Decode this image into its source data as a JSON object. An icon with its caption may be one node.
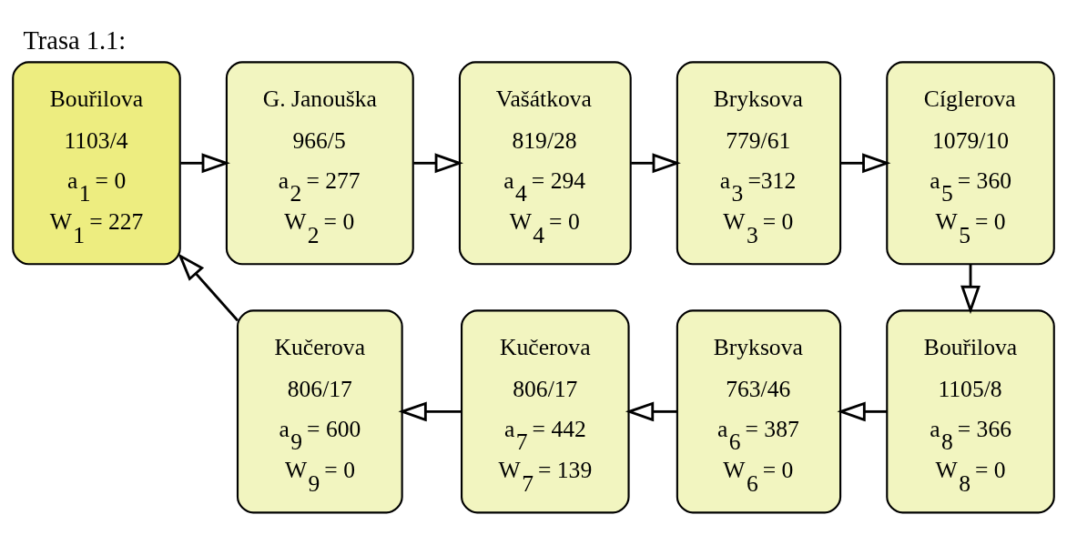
{
  "diagram": {
    "title": "Trasa 1.1:",
    "nodes": [
      {
        "text": [
          "Bouřilova",
          "1103/4",
          "a$_{1}$ = 0",
          "W$_{1}$ = 227"
        ]
      },
      {
        "text": [
          "G. Janouška",
          "966/5",
          "a$_{2}$ = 277",
          "W$_{2}$ = 0"
        ]
      },
      {
        "text": [
          "Vašátkova",
          "819/28",
          "a$_{4}$ = 294",
          "W$_{4}$ = 0"
        ]
      },
      {
        "text": [
          "Bryksova",
          "779/61",
          "a$_{3}$ =312",
          "W$_{3}$ = 0"
        ]
      },
      {
        "text": [
          "Cíglerova",
          "1079/10",
          "a$_{5}$ = 360",
          "W$_{5}$ = 0"
        ]
      },
      {
        "text": [
          "Bouřilova",
          "1105/8",
          "a$_{8}$ = 366",
          "W$_{8}$ = 0"
        ]
      },
      {
        "text": [
          "Bryksova",
          "763/46",
          "a$_{6}$ = 387",
          "W$_{6}$ = 0"
        ]
      },
      {
        "text": [
          "Kučerova",
          "806/17",
          "a$_{7}$ = 442",
          "W$_{7}$ = 139"
        ]
      },
      {
        "text": [
          "Kučerova",
          "806/17",
          "a$_{9}$ = 600",
          "W$_{9}$ = 0"
        ]
      }
    ],
    "edges": [
      {
        "from": 0,
        "to": 1,
        "arrow": "to"
      },
      {
        "from": 1,
        "to": 2,
        "arrow": "to"
      },
      {
        "from": 2,
        "to": 3,
        "arrow": "to"
      },
      {
        "from": 3,
        "to": 4,
        "arrow": "to"
      },
      {
        "from": 4,
        "to": 5,
        "arrow": "to"
      },
      {
        "from": 5,
        "to": 6,
        "arrow": "to"
      },
      {
        "from": 6,
        "to": 7,
        "arrow": "to"
      },
      {
        "from": 7,
        "to": 8,
        "arrow": "to"
      },
      {
        "from": 8,
        "to": 0,
        "arrow": "to"
      }
    ]
  }
}
